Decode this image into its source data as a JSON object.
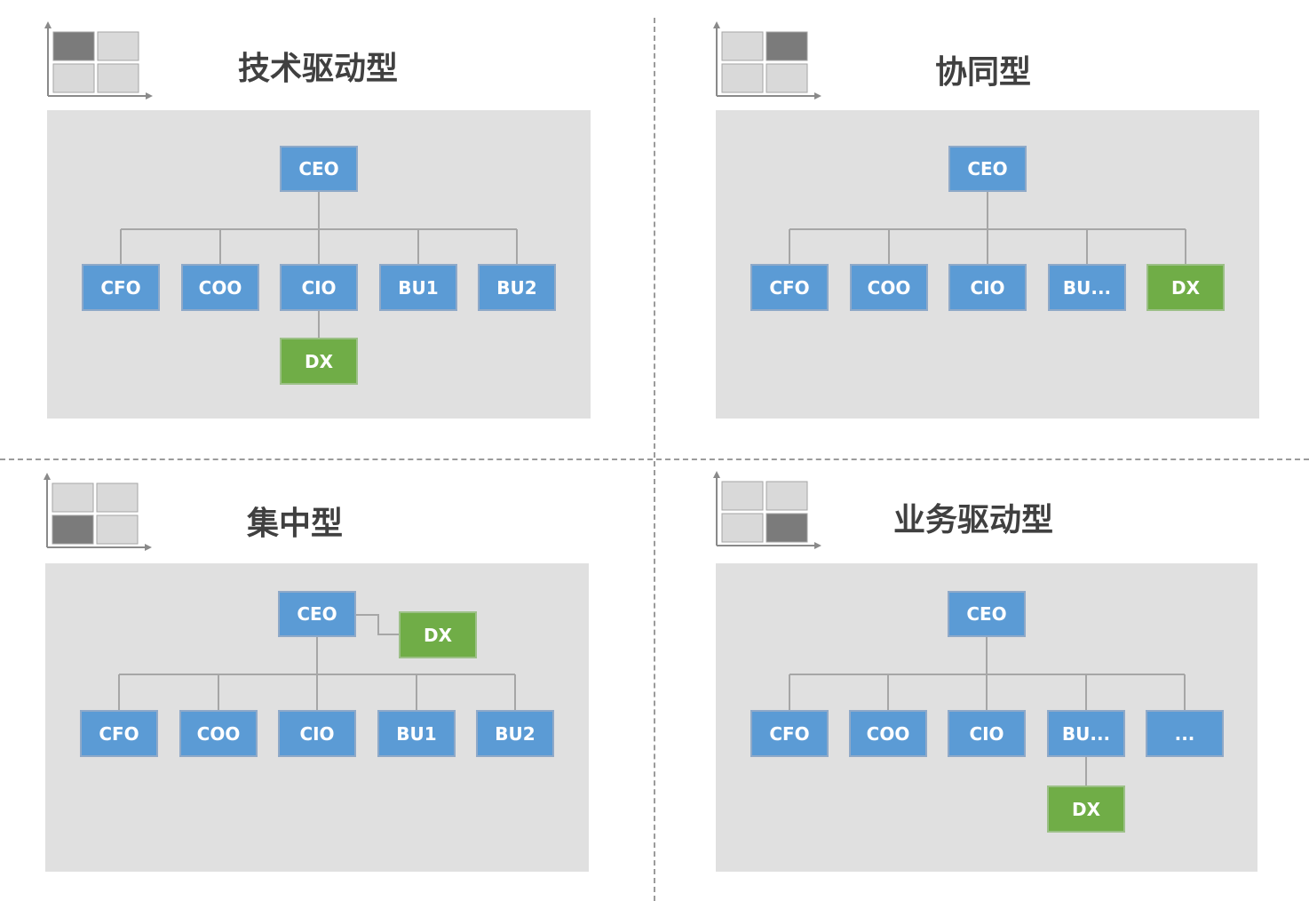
{
  "colors": {
    "node_blue": "#5b9bd5",
    "node_green": "#70ad47",
    "panel_bg": "#e0e0e0",
    "icon_dark": "#7b7b7b",
    "icon_light": "#d9d9d9",
    "title_text": "#404040"
  },
  "quadrants": [
    {
      "title": "技术驱动型",
      "icon_highlight": "top-left",
      "nodes": {
        "ceo": "CEO",
        "cfo": "CFO",
        "coo": "COO",
        "cio": "CIO",
        "c4": "BU1",
        "c5": "BU2",
        "dx": "DX"
      },
      "dx_position": "under CIO"
    },
    {
      "title": "协同型",
      "icon_highlight": "top-right",
      "nodes": {
        "ceo": "CEO",
        "cfo": "CFO",
        "coo": "COO",
        "cio": "CIO",
        "c4": "BU...",
        "c5": "DX"
      },
      "dx_position": "peer of CIO"
    },
    {
      "title": "集中型",
      "icon_highlight": "bottom-left",
      "nodes": {
        "ceo": "CEO",
        "cfo": "CFO",
        "coo": "COO",
        "cio": "CIO",
        "c4": "BU1",
        "c5": "BU2",
        "dx": "DX"
      },
      "dx_position": "beside CEO"
    },
    {
      "title": "业务驱动型",
      "icon_highlight": "bottom-right",
      "nodes": {
        "ceo": "CEO",
        "cfo": "CFO",
        "coo": "COO",
        "cio": "CIO",
        "c4": "BU...",
        "c5": "...",
        "dx": "DX"
      },
      "dx_position": "under BU"
    }
  ]
}
